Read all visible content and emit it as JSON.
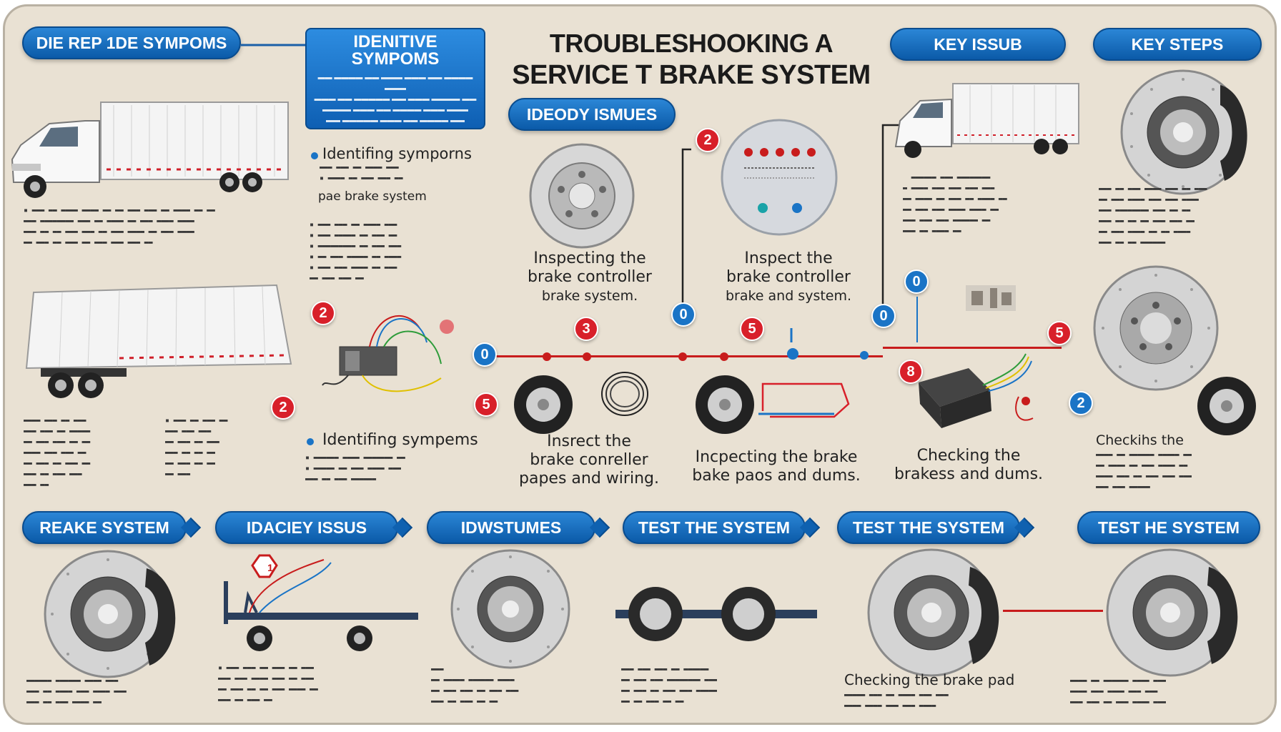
{
  "title": {
    "line1": "TROUBLESHOOKING A",
    "line2": "SERVICE T BRAKE SYSTEM"
  },
  "top_pills": {
    "left": "DIE REP 1DE SYMPOMS",
    "ideody": "IDEODY ISMUES",
    "key_issue": "KEY ISSUB",
    "key_steps": "KEY STEPS"
  },
  "symptoms_box": {
    "heading_1": "IDENITIVE",
    "heading_2": "SYMPOMS"
  },
  "captions": {
    "inspecting_controller": [
      "Inspecting the",
      "brake controller",
      "brake system."
    ],
    "inspect_controller": [
      "Inspect the",
      "brake controller",
      "brake and system."
    ],
    "identifying_symptoms_top": "Identifing symporns",
    "brake_system_note": "pae brake system",
    "identifying_symptoms_mid": "Identifing sympems",
    "inspect_wiring": [
      "Insrect the",
      "brake conreller",
      "papes and wiring."
    ],
    "inspecting_pads": [
      "Incpecting the brake",
      "bake paos and dums."
    ],
    "checking_brakes": [
      "Checking the",
      "brakess and dums."
    ],
    "checking_tle": "Checkihs the",
    "checking_pad": "Checking the brake pad"
  },
  "bottom_pills": [
    "REAKE SYSTEM",
    "IDACIEY ISSUS",
    "IDWSTUMES",
    "TEST THE SYSTEM",
    "TEST THE SYSTEM",
    "TEST HE SYSTEM"
  ],
  "nodes": {
    "n_left_2a": "2",
    "n_left_2b": "2",
    "n_left_5": "5",
    "n_mid_2": "2",
    "n_flow_3": "3",
    "n_flow_5": "5",
    "n_flow_0a": "0",
    "n_flow_0b": "0",
    "n_flow_0c": "0",
    "n_flow_0d": "0",
    "n_right_8": "8",
    "n_right_5": "5",
    "n_right_2": "2",
    "n_bottom_1": "1"
  },
  "colors": {
    "background": "#e9e1d3",
    "pill_blue": "#0b5aa8",
    "accent_red": "#c81c1c",
    "text_dark": "#1b1b1b"
  }
}
